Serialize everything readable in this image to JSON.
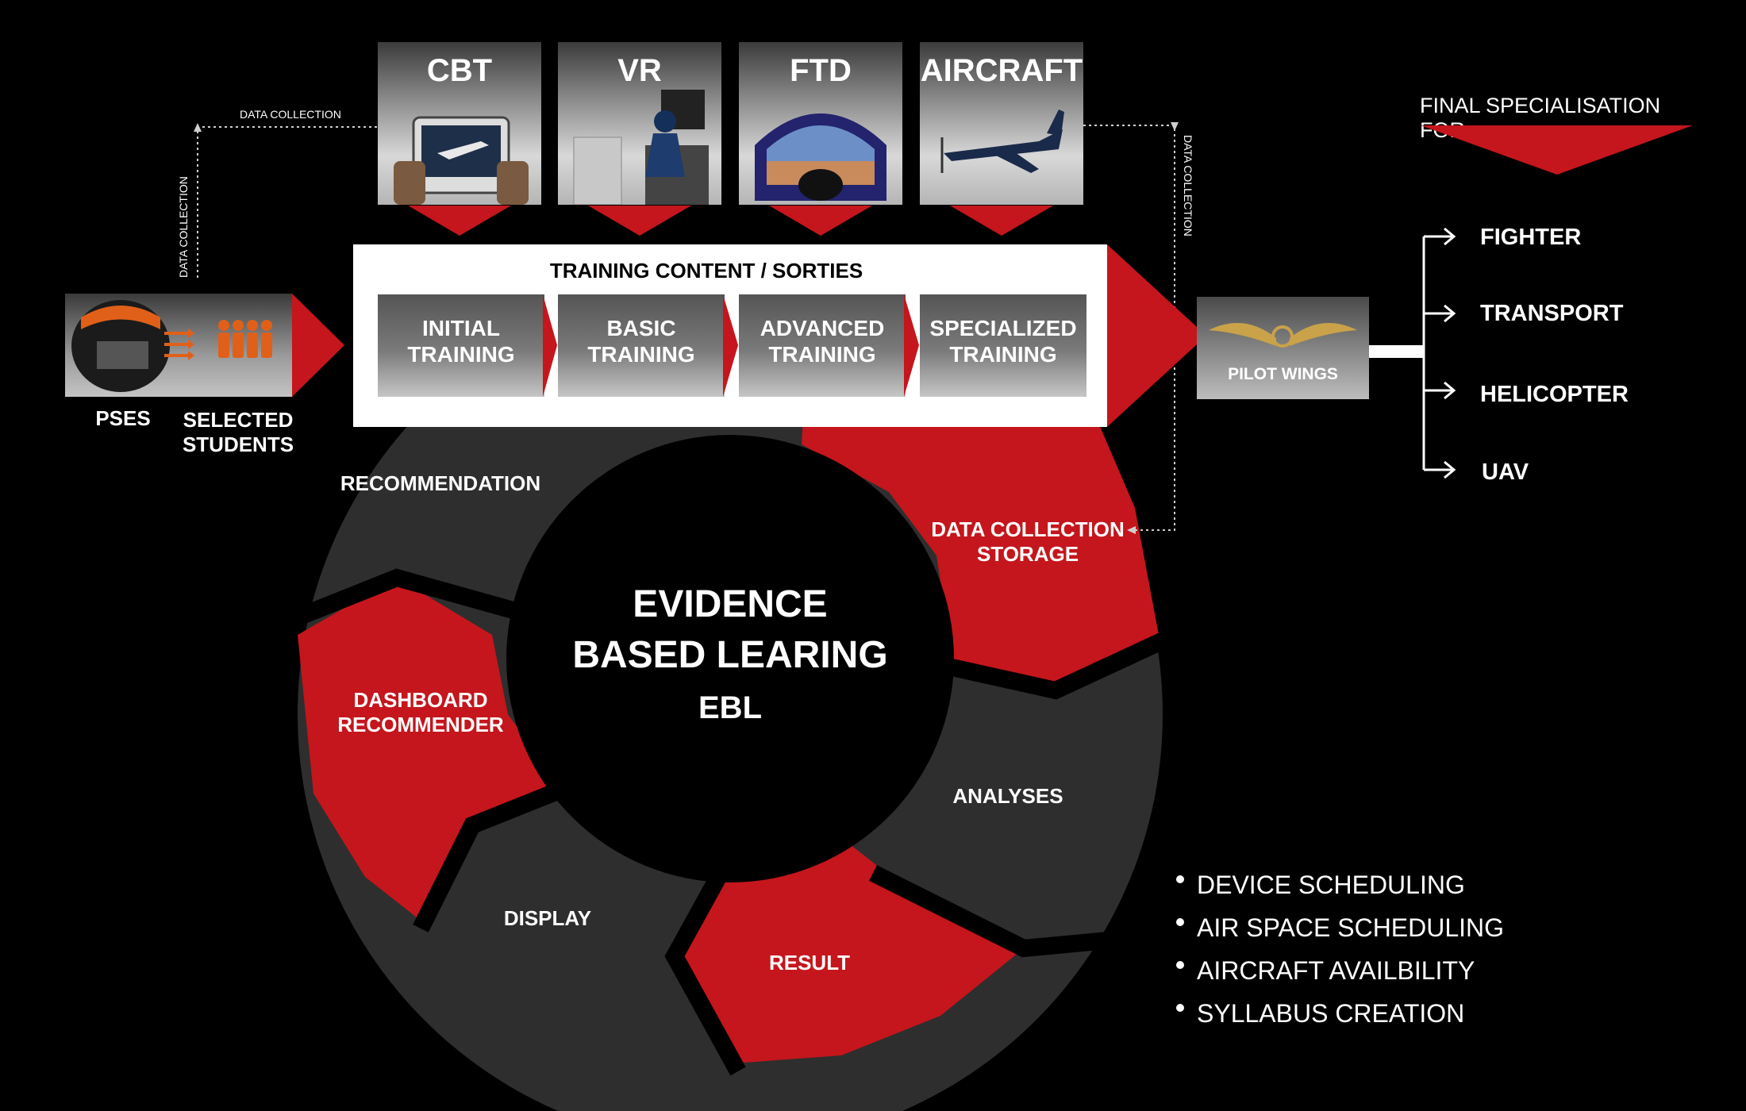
{
  "devices": [
    {
      "label": "CBT",
      "image": "tablet-cockpit"
    },
    {
      "label": "VR",
      "image": "vr-pilot"
    },
    {
      "label": "FTD",
      "image": "dome-simulator"
    },
    {
      "label": "AIRCRAFT",
      "image": "turboprop-aircraft"
    }
  ],
  "data_collection": {
    "label_top": "DATA COLLECTION",
    "label_left": "DATA COLLECTION",
    "label_right": "DATA COLLECTION"
  },
  "training": {
    "title": "TRAINING CONTENT / SORTIES",
    "stages": [
      {
        "line1": "INITIAL",
        "line2": "TRAINING"
      },
      {
        "line1": "BASIC",
        "line2": "TRAINING"
      },
      {
        "line1": "ADVANCED",
        "line2": "TRAINING"
      },
      {
        "line1": "SPECIALIZED",
        "line2": "TRAINING"
      }
    ]
  },
  "intake": {
    "pses_label": "PSES",
    "students_line1": "SELECTED",
    "students_line2": "STUDENTS"
  },
  "wings": {
    "label": "PILOT WINGS"
  },
  "specialisation": {
    "title": "FINAL SPECIALISATION  FOR:",
    "options": [
      "FIGHTER",
      "TRANSPORT",
      "HELICOPTER",
      "UAV"
    ]
  },
  "cycle": {
    "center_line1": "EVIDENCE",
    "center_line2": "BASED LEARING",
    "center_line3": "EBL",
    "segments": {
      "recommendation": "RECOMMENDATION",
      "data_collection_1": "DATA COLLECTION",
      "data_collection_2": "STORAGE",
      "dashboard_1": "DASHBOARD",
      "dashboard_2": "RECOMMENDER",
      "analyses": "ANALYSES",
      "display": "DISPLAY",
      "result": "RESULT"
    }
  },
  "planning_items": [
    "DEVICE SCHEDULING",
    "AIR SPACE SCHEDULING",
    "AIRCRAFT AVAILBILITY",
    "SYLLABUS CREATION"
  ],
  "colors": {
    "accent_red": "#c4161c",
    "segment_gray": "#2e2e2e",
    "background": "#000000"
  }
}
